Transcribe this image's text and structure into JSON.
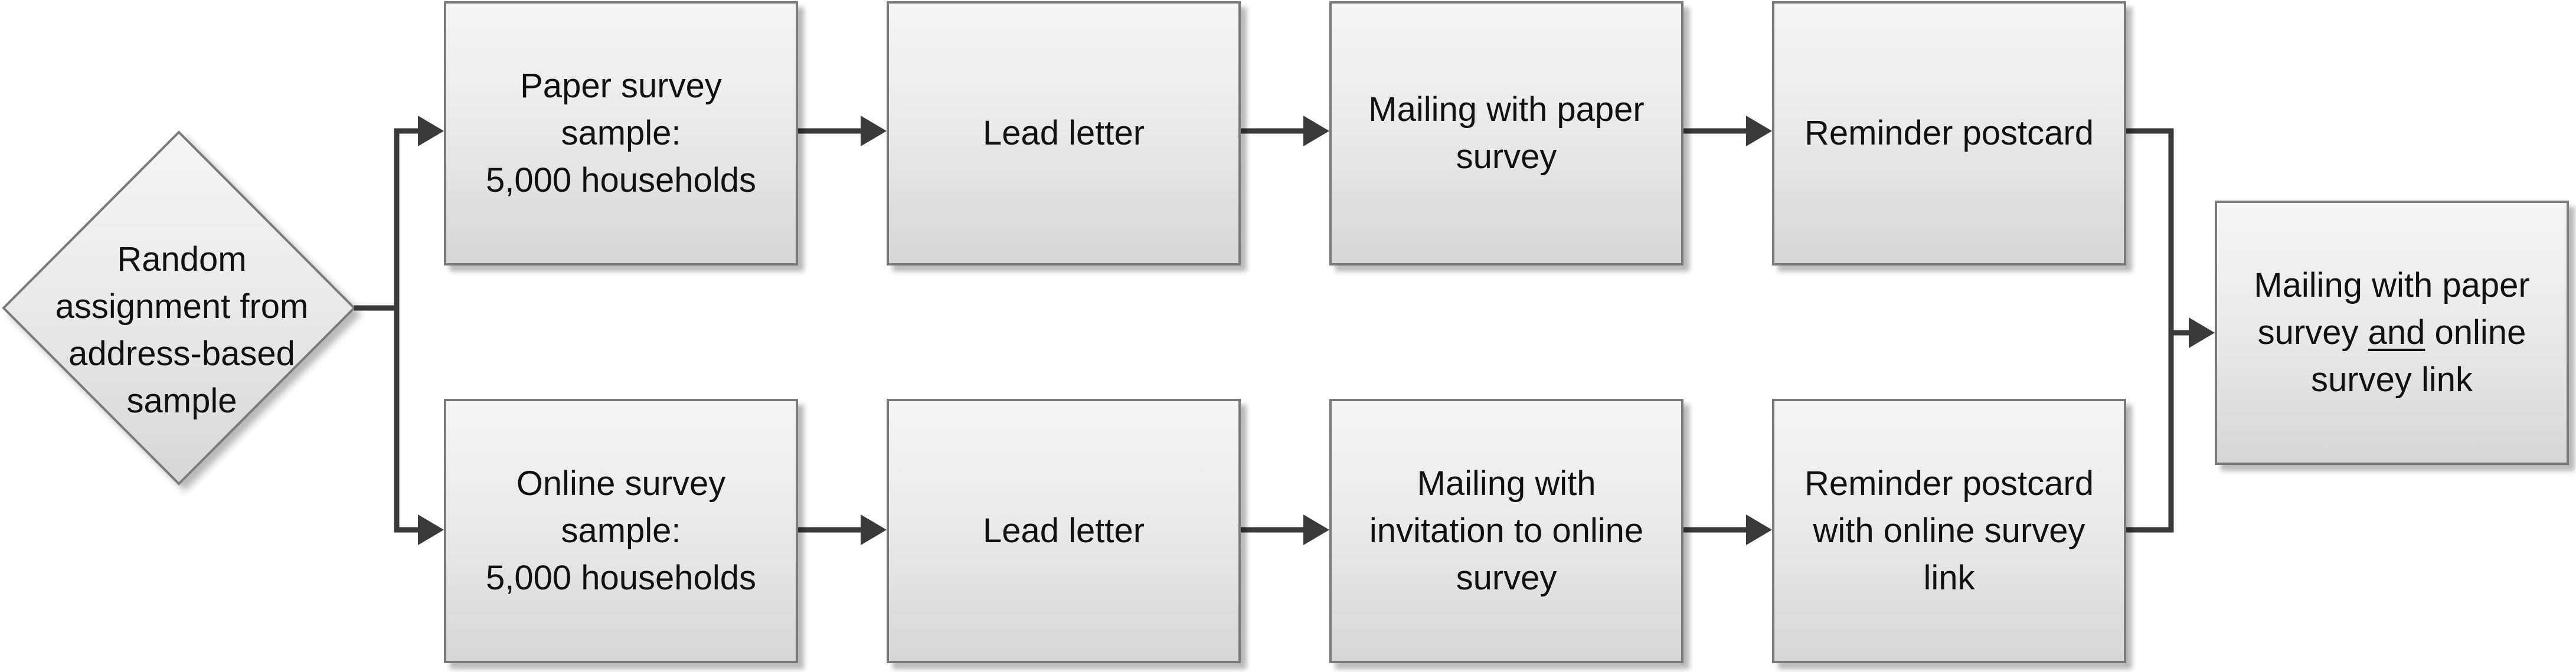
{
  "diagram": {
    "start": {
      "lines": [
        "Random",
        "assignment from",
        "address-based",
        "sample"
      ]
    },
    "paper_track": {
      "sample_lines": [
        "Paper survey",
        "sample:",
        "5,000 households"
      ],
      "lead_letter": "Lead letter",
      "mailing_lines": [
        "Mailing with paper",
        "survey"
      ],
      "reminder_lines": [
        "Reminder postcard"
      ]
    },
    "online_track": {
      "sample_lines": [
        "Online survey",
        "sample:",
        "5,000 households"
      ],
      "lead_letter": "Lead letter",
      "mailing_lines": [
        "Mailing with",
        "invitation to online",
        "survey"
      ],
      "reminder_lines": [
        "Reminder postcard",
        "with online survey",
        "link"
      ]
    },
    "final": {
      "line1": "Mailing with paper",
      "line2_pre": "survey ",
      "line2_underlined": "and",
      "line2_post": " online",
      "line3": "survey link"
    }
  },
  "colors": {
    "box_border": "#7a7a7a",
    "connector": "#3a3a3a",
    "text": "#111111"
  }
}
